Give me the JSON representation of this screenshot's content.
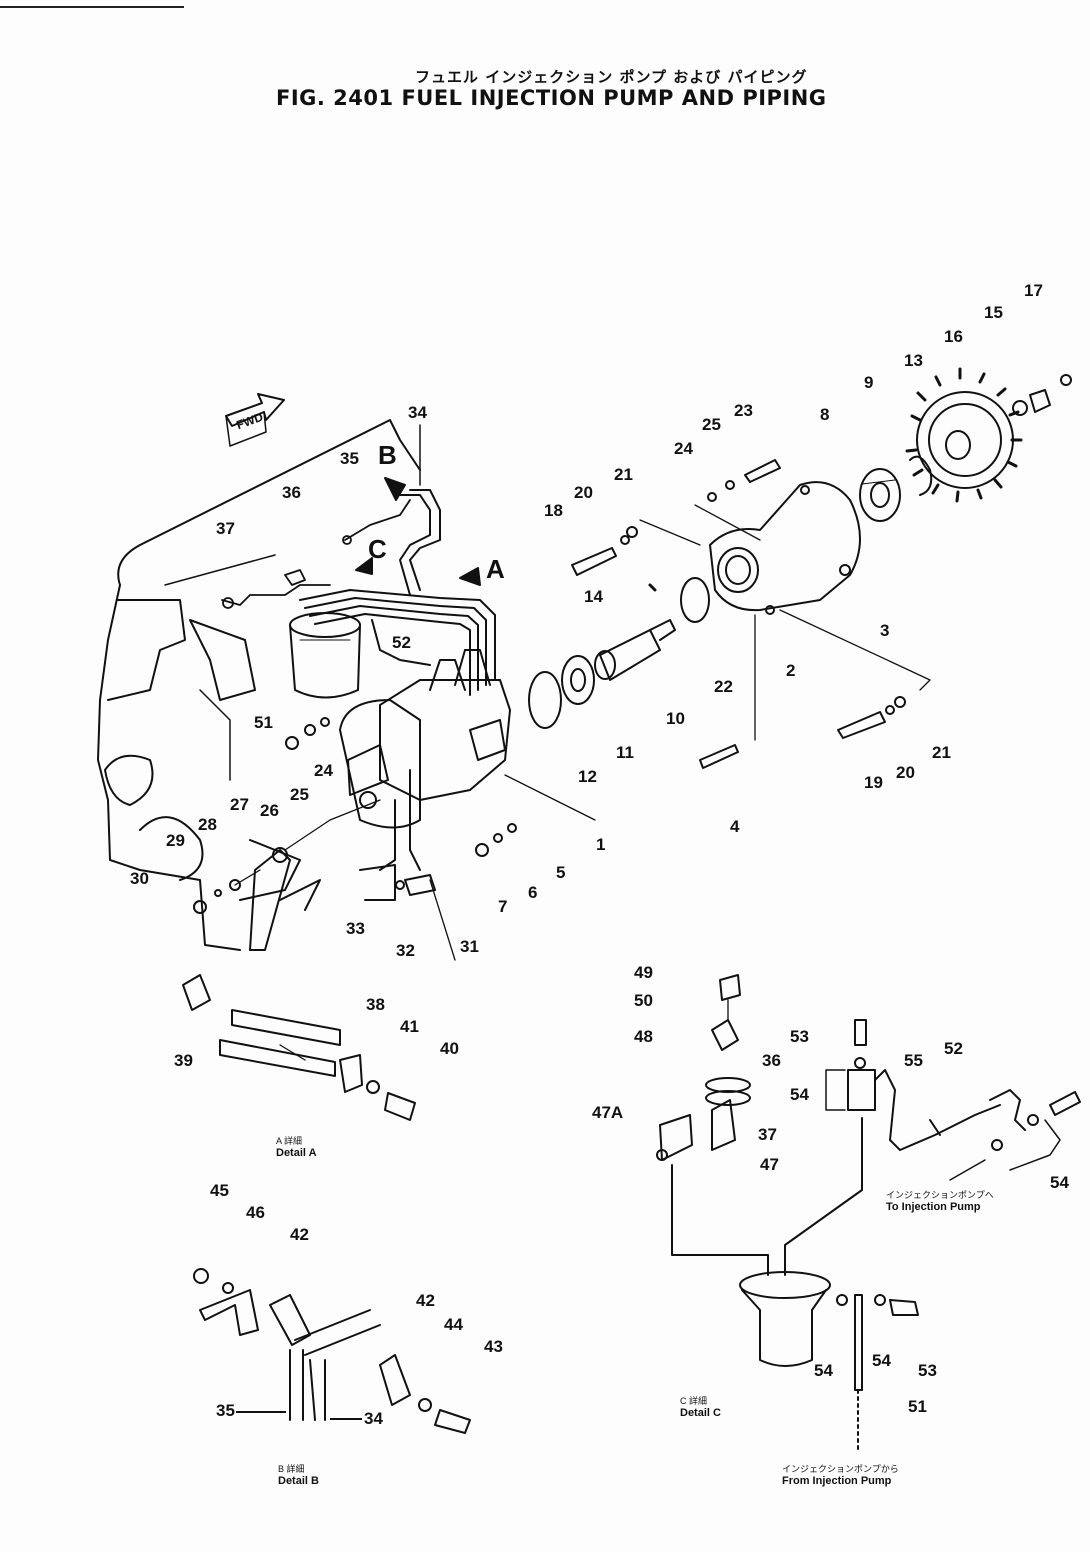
{
  "title": {
    "japanese": "フュエル インジェクション ポンプ および パイピング",
    "english": "FIG. 2401   FUEL  INJECTION  PUMP  AND  PIPING"
  },
  "direction_marker": "FWD",
  "view_arrows": [
    "A",
    "B",
    "C"
  ],
  "callouts": {
    "c1": "1",
    "c2": "2",
    "c3": "3",
    "c4": "4",
    "c5": "5",
    "c6": "6",
    "c7": "7",
    "c8": "8",
    "c9": "9",
    "c10": "10",
    "c11": "11",
    "c12": "12",
    "c13": "13",
    "c14": "14",
    "c15": "15",
    "c16": "16",
    "c17": "17",
    "c18": "18",
    "c19": "19",
    "c20a": "20",
    "c20b": "20",
    "c21a": "21",
    "c21b": "21",
    "c22": "22",
    "c23": "23",
    "c24a": "24",
    "c24b": "24",
    "c25a": "25",
    "c25b": "25",
    "c26": "26",
    "c27": "27",
    "c28": "28",
    "c29": "29",
    "c30": "30",
    "c31": "31",
    "c32": "32",
    "c33": "33",
    "c34a": "34",
    "c34b": "34",
    "c35a": "35",
    "c35b": "35",
    "c36a": "36",
    "c36b": "36",
    "c37a": "37",
    "c37b": "37",
    "c38": "38",
    "c39": "39",
    "c40": "40",
    "c41": "41",
    "c42a": "42",
    "c42b": "42",
    "c43": "43",
    "c44": "44",
    "c45": "45",
    "c46": "46",
    "c47": "47",
    "c47a": "47A",
    "c48": "48",
    "c49": "49",
    "c50": "50",
    "c51a": "51",
    "c51b": "51",
    "c52a": "52",
    "c52b": "52",
    "c53a": "53",
    "c53b": "53",
    "c54a": "54",
    "c54b": "54",
    "c54c": "54",
    "c54d": "54",
    "c55": "55"
  },
  "details": {
    "a": {
      "japanese": "A 詳細",
      "english": "Detail A"
    },
    "b": {
      "japanese": "B 詳細",
      "english": "Detail B"
    },
    "c": {
      "japanese": "C 詳細",
      "english": "Detail C"
    }
  },
  "notes": {
    "to_pump_jp": "インジェクションポンプへ",
    "to_pump_en": "To Injection Pump",
    "from_pump_jp": "インジェクションポンプから",
    "from_pump_en": "From Injection Pump"
  }
}
